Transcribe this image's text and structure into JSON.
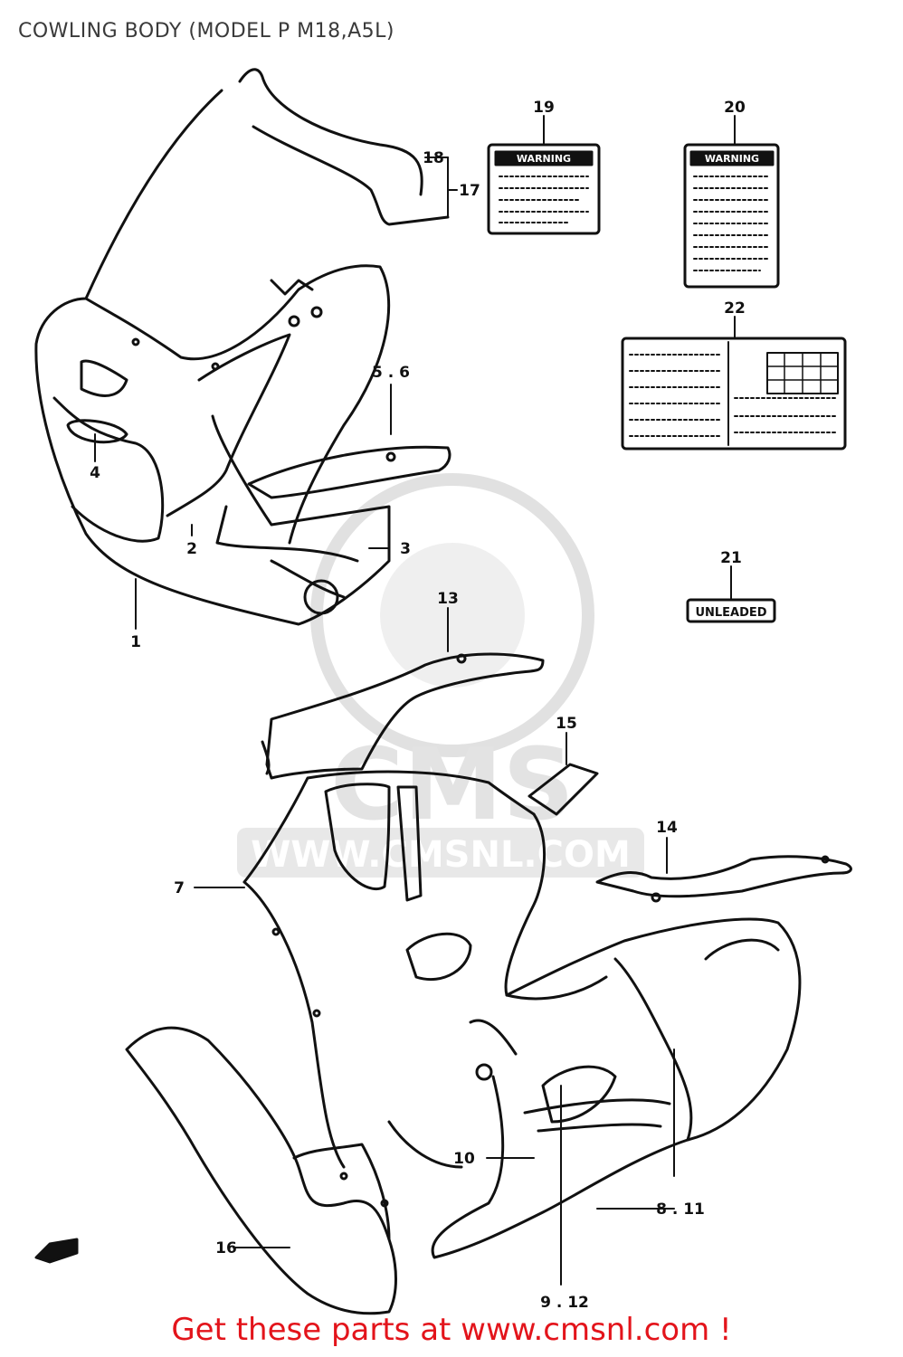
{
  "title": "COWLING BODY (MODEL P M18,A5L)",
  "footer_text": "Get these parts at www.cmsnl.com !",
  "watermark": {
    "brand": "CMS",
    "url": "WWW.CMSNL.COM"
  },
  "labels": {
    "l1": "1",
    "l2": "2",
    "l3": "3",
    "l4": "4",
    "l56": "5 . 6",
    "l7": "7",
    "l811": "8 . 11",
    "l912": "9 . 12",
    "l10": "10",
    "l13": "13",
    "l14": "14",
    "l15": "15",
    "l16": "16",
    "l17": "17",
    "l18": "18",
    "l19": "19",
    "l20": "20",
    "l21": "21",
    "l22": "22"
  },
  "decals": {
    "warning_label": "WARNING",
    "unleaded_label": "UNLEADED"
  },
  "colors": {
    "footer": "#e3141b",
    "ink": "#111111",
    "watermark": "#d9d9d9"
  }
}
